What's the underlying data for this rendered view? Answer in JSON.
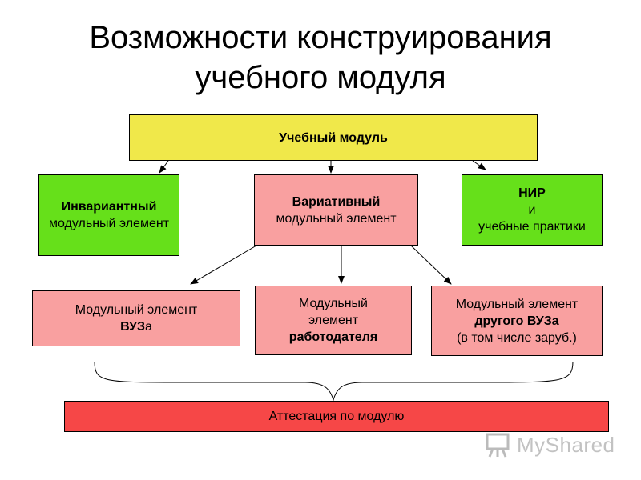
{
  "title": {
    "line1": "Возможности конструирования",
    "line2": "учебного модуля"
  },
  "top_box": {
    "label": "Учебный модуль",
    "color": "#f0e84a"
  },
  "invariant": {
    "line1": "Инвариантный",
    "line2": "модульный элемент",
    "color": "#66e01a"
  },
  "variative": {
    "line1": "Вариативный",
    "line2": "модульный элемент",
    "color": "#f9a0a0"
  },
  "nir": {
    "line1": "НИР",
    "line2": "и",
    "line3": "учебные практики",
    "color": "#66e01a"
  },
  "vuz_element": {
    "line1": "Модульный элемент",
    "line2a": "ВУЗ",
    "line2b": "а"
  },
  "employer_element": {
    "line1": "Модульный",
    "line2": "элемент",
    "line3": "работодателя"
  },
  "other_vuz_element": {
    "line1": "Модульный элемент",
    "line2": "другого ВУЗа",
    "line3": "(в том числе заруб.)"
  },
  "attestation": {
    "label": "Аттестация по модулю",
    "color": "#f64747"
  },
  "watermark": {
    "icon": "presentation-board-icon",
    "text": "MyShared"
  }
}
